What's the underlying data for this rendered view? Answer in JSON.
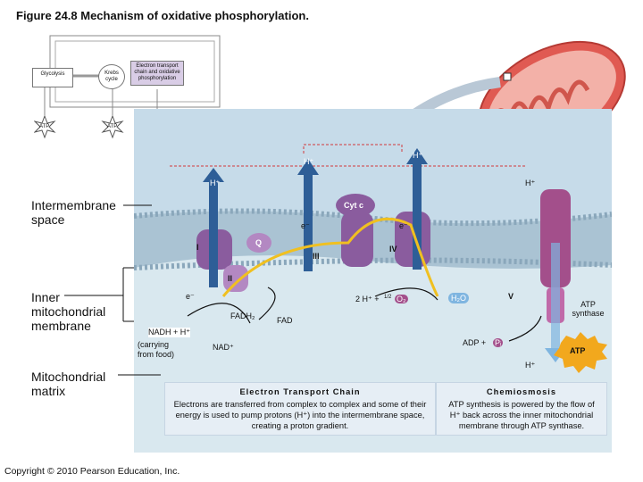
{
  "figure": {
    "title": "Figure 24.8  Mechanism of oxidative phosphorylation."
  },
  "overview": {
    "glycolysis": "Glycolysis",
    "krebs": "Krebs cycle",
    "etc": "Electron transport chain and oxidative phosphorylation",
    "atp": "ATP"
  },
  "regions": {
    "intermembrane": "Intermembrane space",
    "inner_membrane": "Inner mitochondrial membrane",
    "matrix": "Mitochondrial matrix"
  },
  "labels": {
    "h_plus": "H⁺",
    "cyt_c": "Cyt c",
    "q": "Q",
    "complex_1": "I",
    "complex_2": "II",
    "complex_3": "III",
    "complex_4": "IV",
    "complex_5": "V",
    "e_minus": "e⁻",
    "fadh2": "FADH₂",
    "fad": "FAD",
    "nadh": "NADH + H⁺",
    "carrying": "(carrying",
    "from_food": "from food)",
    "nad": "NAD⁺",
    "two_h": "2 H⁺ +",
    "half": "1/2",
    "o2": "O₂",
    "h2o": "H₂O",
    "adp": "ADP +",
    "pi": "Pᵢ",
    "atp": "ATP",
    "atp_synthase": "ATP synthase"
  },
  "captions": {
    "etc_title": "Electron Transport Chain",
    "etc_text": "Electrons are transferred from complex to complex and some of their energy is used to pump protons (H⁺) into the intermembrane space, creating a proton gradient.",
    "chemi_title": "Chemiosmosis",
    "chemi_text": "ATP synthesis is powered by the flow of H⁺ back across the inner mitochondrial membrane through ATP synthase."
  },
  "footer": {
    "copyright": "Copyright © 2010 Pearson Education, Inc."
  },
  "colors": {
    "intermembrane_bg": "#c6dbe9",
    "matrix_bg": "#d9e8ef",
    "membrane_head": "#9fb8c8",
    "complex": "#8a5c9e",
    "complex_light": "#b388c2",
    "proton_arrow": "#2e5e97",
    "electron_path": "#f0c020",
    "atp_star": "#f2a81d",
    "mito_red": "#e05a52"
  }
}
